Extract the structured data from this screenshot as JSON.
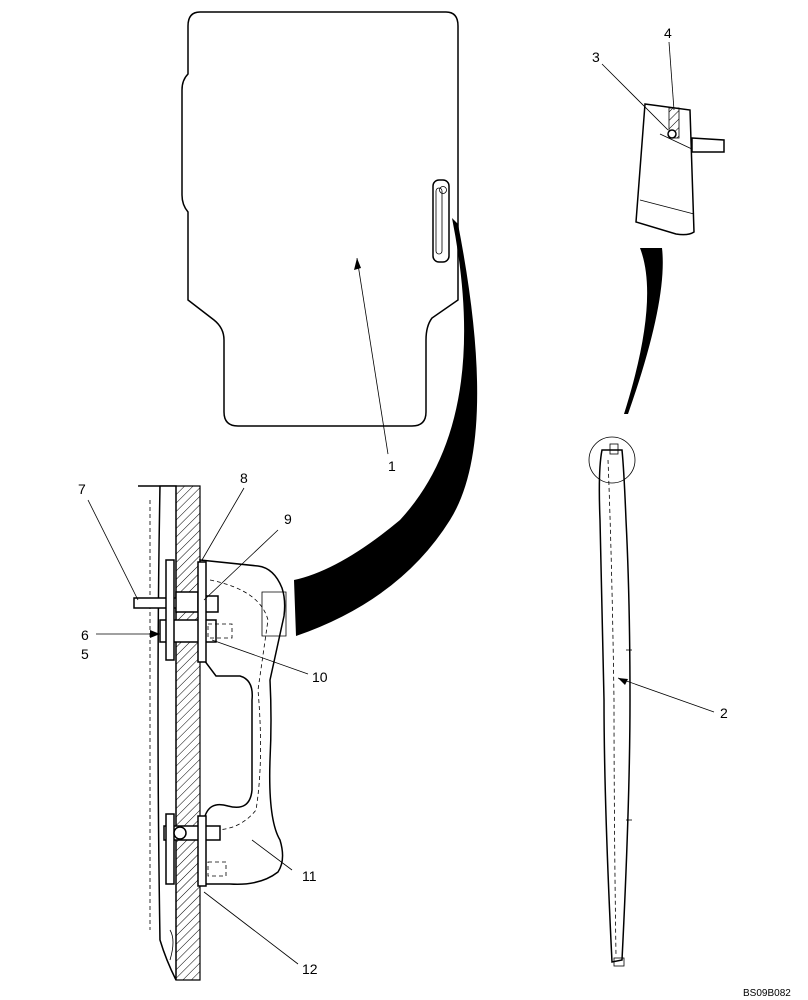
{
  "callouts": {
    "c1": "1",
    "c2": "2",
    "c3": "3",
    "c4": "4",
    "c5": "5",
    "c6": "6",
    "c7": "7",
    "c8": "8",
    "c9": "9",
    "c10": "10",
    "c11": "11",
    "c12": "12"
  },
  "drawing_code": "BS09B082"
}
